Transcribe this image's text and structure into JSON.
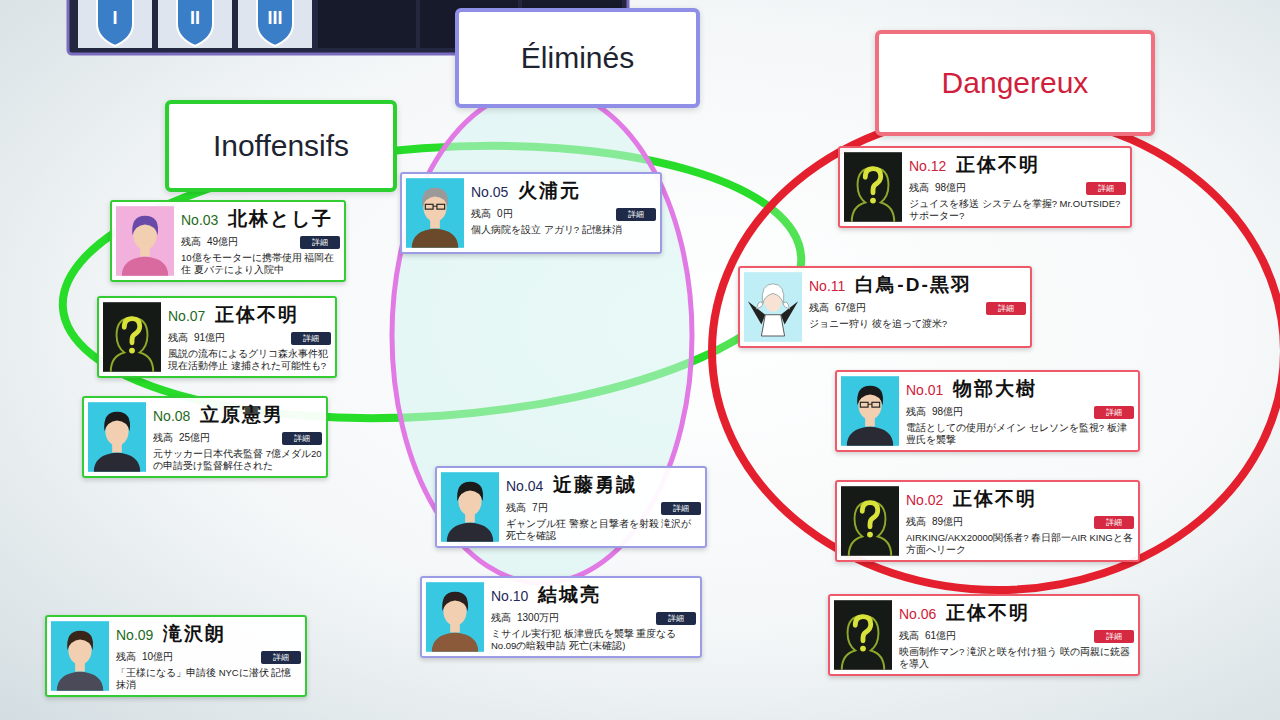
{
  "diagram": {
    "nodes": [
      {
        "text": [
          "Inoffensifs"
        ]
      },
      {
        "text": [
          "No.03",
          "北林とし子",
          "残高",
          "49億円",
          "詳細",
          "10億をモーターに携帯使用 福岡在住 夏バテにより入院中"
        ],
        "in": 0
      },
      {
        "text": [
          "No.07",
          "正体不明",
          "残高",
          "91億円",
          "詳細",
          "風説の流布によるグリコ森永事件犯 現在活動停止 逮捕された可能性も?"
        ],
        "in": 0
      },
      {
        "text": [
          "No.08",
          "立原憲男",
          "残高",
          "25億円",
          "詳細",
          "元サッカー日本代表監督 7億メダル20の申請受け監督解任された"
        ]
      },
      {
        "text": [
          "Éliminés"
        ]
      },
      {
        "text": [
          "No.05",
          "火浦元",
          "残高",
          "0円",
          "詳細",
          "個人病院を設立 アガリ? 記憶抹消"
        ],
        "in": 4
      },
      {
        "text": [
          "No.04",
          "近藤勇誠",
          "残高",
          "7円",
          "詳細",
          "ギャンブル狂 警察と目撃者を射殺 滝沢が死亡を確認"
        ],
        "in": 4
      },
      {
        "text": [
          "No.10",
          "結城亮",
          "残高",
          "1300万円",
          "詳細",
          "ミサイル実行犯 板津豊氏を襲撃 重度なるNo.09の暗殺申請 死亡(未確認)"
        ],
        "in": 4
      },
      {
        "text": [
          "Dangereux"
        ]
      },
      {
        "text": [
          "No.12",
          "正体不明",
          "残高",
          "98億円",
          "詳細",
          "ジュイスを移送 システムを掌握? Mr.OUTSIDE? サポーター?"
        ],
        "in": 8
      },
      {
        "text": [
          "No.11",
          "白鳥-D-黒羽",
          "残高",
          "67億円",
          "詳細",
          "ジョニー狩り 彼を追って渡米?"
        ],
        "in": 8
      },
      {
        "text": [
          "No.01",
          "物部大樹",
          "残高",
          "98億円",
          "詳細",
          "電話としての使用がメイン セレソンを監視? 板津豊氏を襲撃"
        ],
        "in": 8
      },
      {
        "text": [
          "No.02",
          "正体不明",
          "残高",
          "89億円",
          "詳細",
          "AIRKING/AKX20000関係者? 春日部一AIR KINGと各方面へリーク"
        ],
        "in": 8
      },
      {
        "text": [
          "No.06",
          "正体不明",
          "残高",
          "61億円",
          "詳細",
          "映画制作マン? 滝沢と咲を付け狙う 咲の両親に銃器を導入"
        ],
        "in": 8
      },
      {
        "text": [
          "No.09",
          "滝沢朗",
          "残高",
          "10億円",
          "詳細",
          "「王様になる」申請後 NYCに潜伏 記憶抹消"
        ]
      }
    ],
    "labels": [
      "I",
      "II",
      "III"
    ]
  }
}
